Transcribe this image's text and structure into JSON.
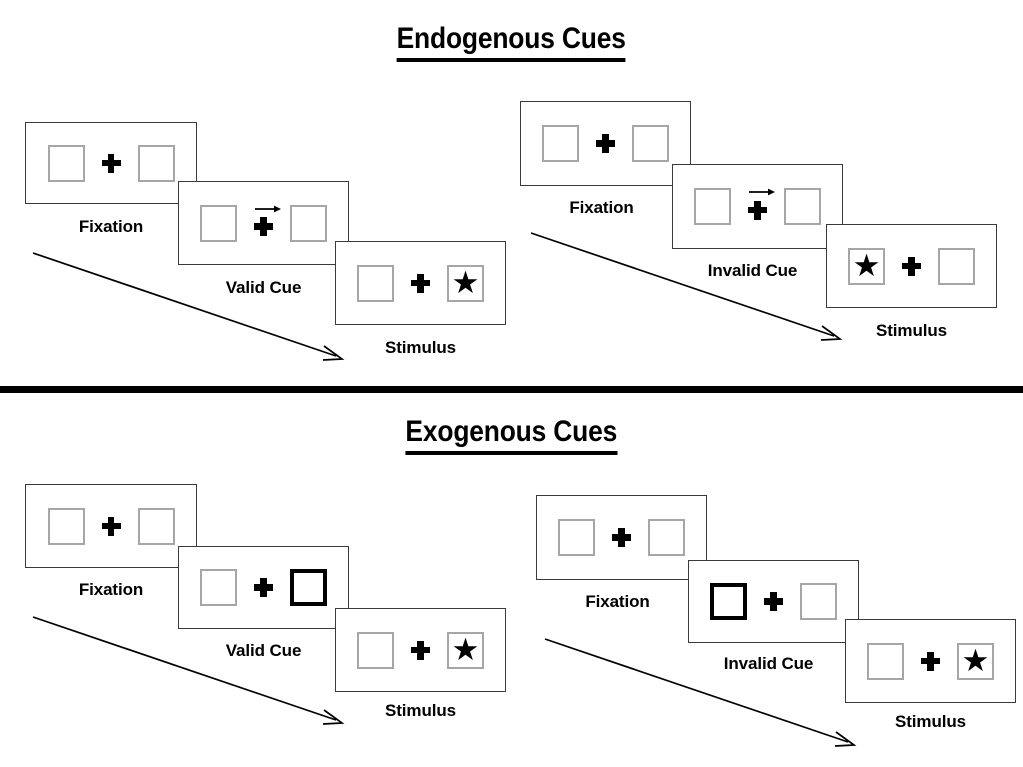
{
  "sections": [
    {
      "id": "endogenous",
      "title": "Endogenous Cues",
      "groups": [
        {
          "id": "endogenous-valid",
          "panels": [
            {
              "id": "fixation",
              "caption": "Fixation",
              "left_content": "empty",
              "right_content": "empty",
              "cue_arrow": false,
              "cued_side": "none"
            },
            {
              "id": "valid-cue",
              "caption": "Valid Cue",
              "left_content": "empty",
              "right_content": "empty",
              "cue_arrow": true,
              "cued_side": "none"
            },
            {
              "id": "stimulus",
              "caption": "Stimulus",
              "left_content": "empty",
              "right_content": "star",
              "cue_arrow": false,
              "cued_side": "none"
            }
          ]
        },
        {
          "id": "endogenous-invalid",
          "panels": [
            {
              "id": "fixation",
              "caption": "Fixation",
              "left_content": "empty",
              "right_content": "empty",
              "cue_arrow": false,
              "cued_side": "none"
            },
            {
              "id": "invalid-cue",
              "caption": "Invalid Cue",
              "left_content": "empty",
              "right_content": "empty",
              "cue_arrow": true,
              "cued_side": "none"
            },
            {
              "id": "stimulus",
              "caption": "Stimulus",
              "left_content": "star",
              "right_content": "empty",
              "cue_arrow": false,
              "cued_side": "none"
            }
          ]
        }
      ]
    },
    {
      "id": "exogenous",
      "title": "Exogenous Cues",
      "groups": [
        {
          "id": "exogenous-valid",
          "panels": [
            {
              "id": "fixation",
              "caption": "Fixation",
              "left_content": "empty",
              "right_content": "empty",
              "cue_arrow": false,
              "cued_side": "none"
            },
            {
              "id": "valid-cue",
              "caption": "Valid Cue",
              "left_content": "empty",
              "right_content": "empty",
              "cue_arrow": false,
              "cued_side": "right"
            },
            {
              "id": "stimulus",
              "caption": "Stimulus",
              "left_content": "empty",
              "right_content": "star",
              "cue_arrow": false,
              "cued_side": "none"
            }
          ]
        },
        {
          "id": "exogenous-invalid",
          "panels": [
            {
              "id": "fixation",
              "caption": "Fixation",
              "left_content": "empty",
              "right_content": "empty",
              "cue_arrow": false,
              "cued_side": "none"
            },
            {
              "id": "invalid-cue",
              "caption": "Invalid Cue",
              "left_content": "empty",
              "right_content": "empty",
              "cue_arrow": false,
              "cued_side": "left"
            },
            {
              "id": "stimulus",
              "caption": "Stimulus",
              "left_content": "empty",
              "right_content": "star",
              "cue_arrow": false,
              "cued_side": "none"
            }
          ]
        }
      ]
    }
  ],
  "glyphs": {
    "star": "★"
  },
  "colors": {
    "ink": "#000000",
    "panel_border": "#3a3a3a",
    "box_border": "#a6a6a6",
    "cued_box_border": "#000000",
    "background": "#ffffff"
  }
}
